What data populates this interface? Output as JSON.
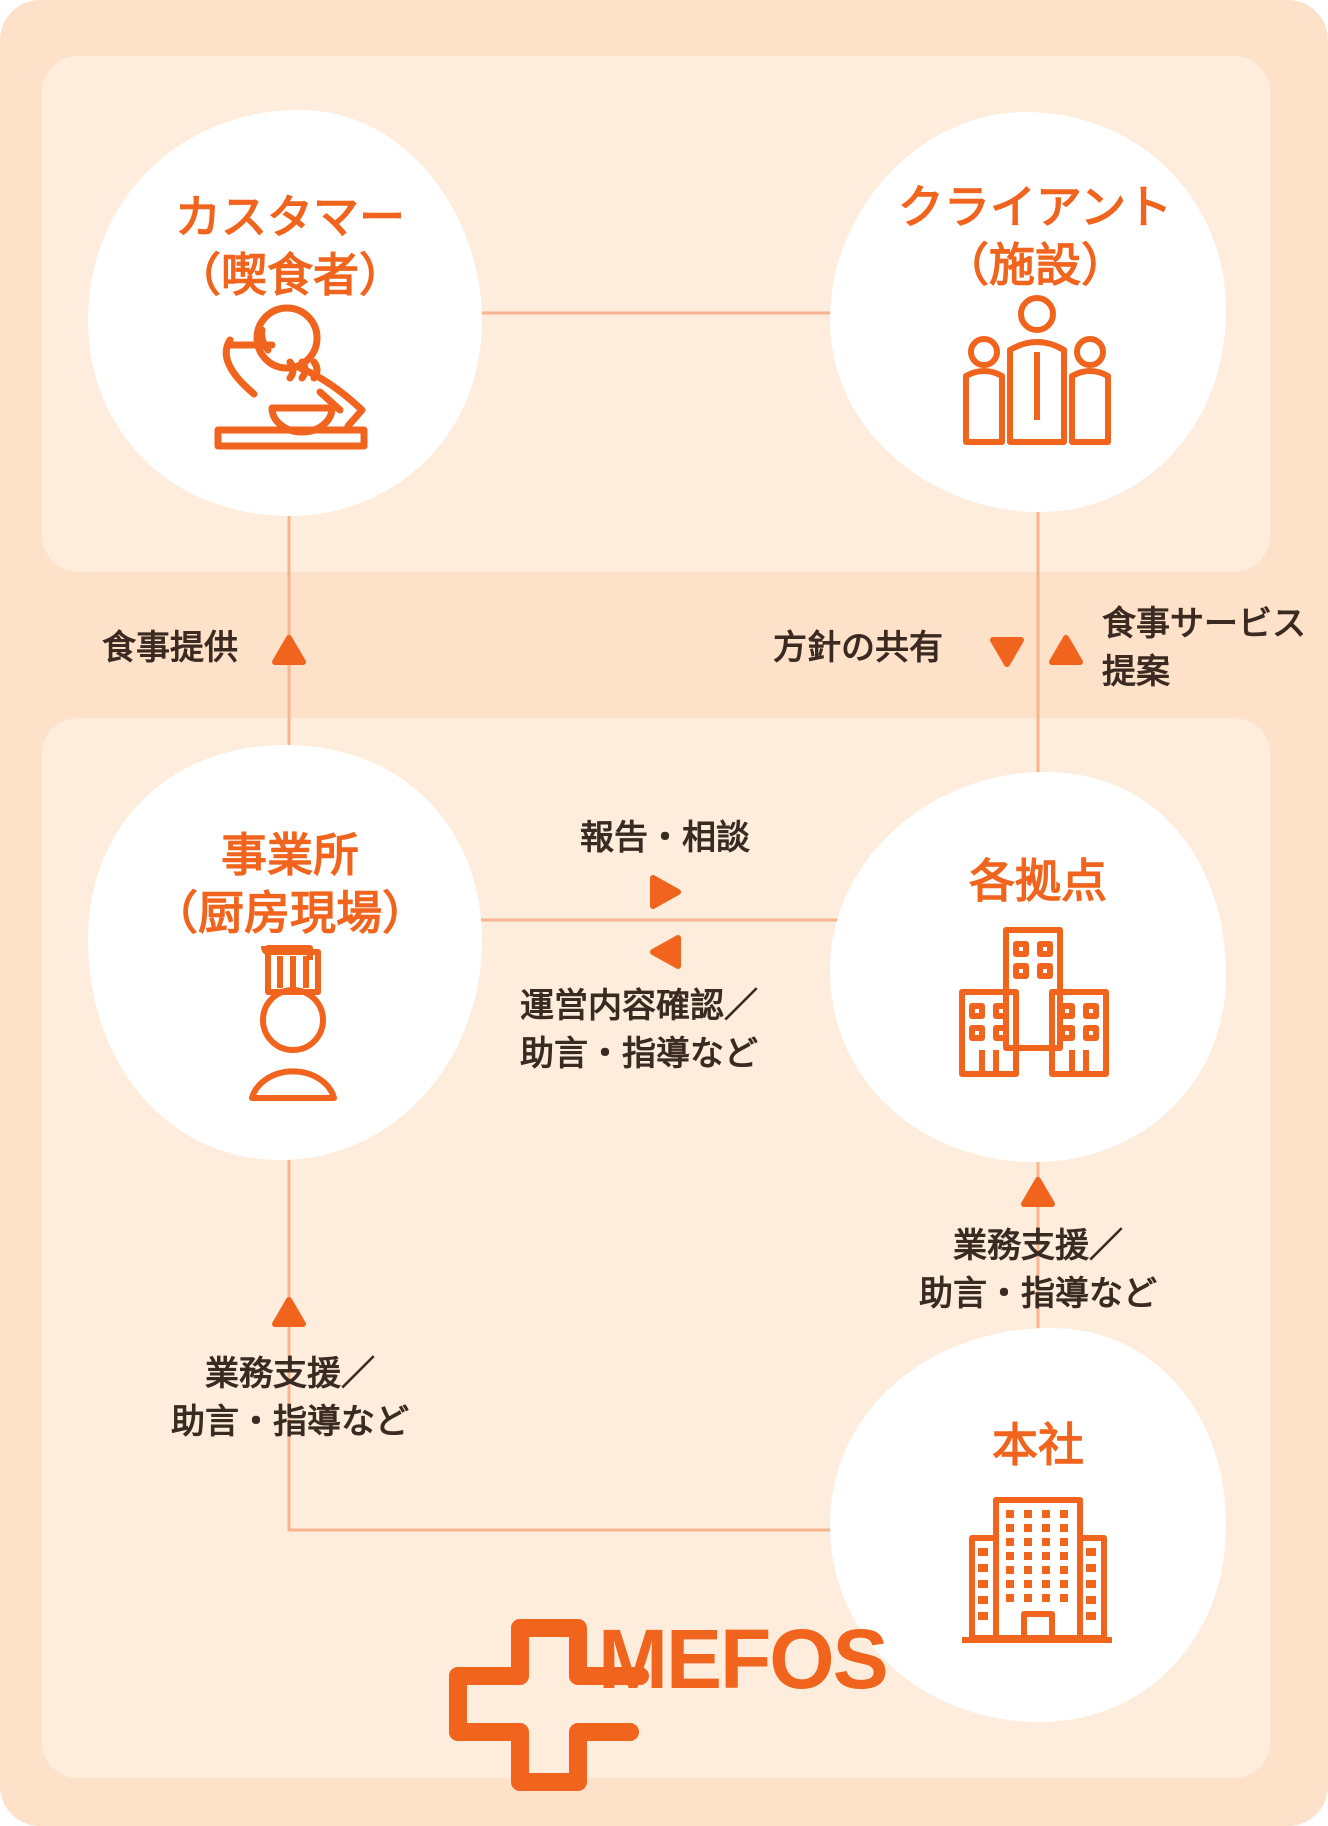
{
  "nodes": {
    "customer": {
      "line1": "カスタマー",
      "line2": "（喫食者）",
      "icon": "diner-icon"
    },
    "client": {
      "line1": "クライアント",
      "line2": "（施設）",
      "icon": "facility-staff-icon"
    },
    "office": {
      "line1": "事業所",
      "line2": "（厨房現場）",
      "icon": "chef-icon"
    },
    "branch": {
      "line1": "各拠点",
      "icon": "branch-buildings-icon"
    },
    "hq": {
      "line1": "本社",
      "icon": "headquarters-building-icon"
    }
  },
  "labels": {
    "meal_provision": "食事提供",
    "policy_sharing": "方針の共有",
    "service_proposal_1": "食事サービス",
    "service_proposal_2": "提案",
    "report": "報告・相談",
    "ops_check_1": "運営内容確認／",
    "ops_check_2": "助言・指導など",
    "hq_branch_1": "業務支援／",
    "hq_branch_2": "助言・指導など",
    "hq_office_1": "業務支援／",
    "hq_office_2": "助言・指導など"
  },
  "logo": {
    "text": "MEFOS"
  },
  "colors": {
    "accent": "#f0641e",
    "outer_bg": "#fde1c8",
    "panel_bg": "#feeddd",
    "connector": "#f6b48f",
    "text_dark": "#3b2a22"
  }
}
